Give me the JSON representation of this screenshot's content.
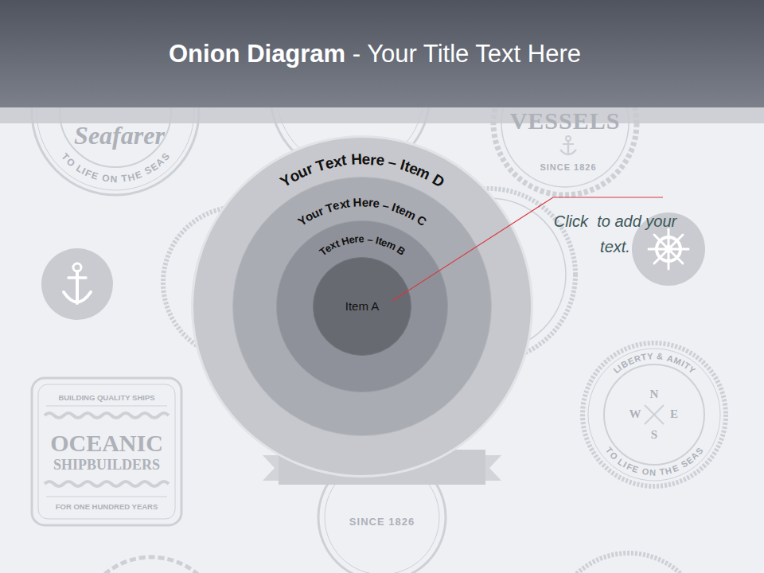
{
  "diagram": {
    "title": "Onion Diagram - Your Title Text Here",
    "nodes": [
      {
        "text": [
          "Your Text Here – Item D"
        ]
      },
      {
        "text": [
          "Your Text Here – Item C"
        ],
        "in": 0
      },
      {
        "text": [
          "Text Here – Item B"
        ],
        "in": 1
      },
      {
        "text": [
          "Item A"
        ],
        "in": 2
      }
    ],
    "labels": [
      "Seafarer",
      "TO LIFE ON THE SEAS",
      "VESSELS",
      "SINCE 1826",
      "Click  to add your text.",
      "BUILDING QUALITY SHIPS",
      "OCEANIC",
      "SHIPBUILDERS",
      "FOR ONE HUNDRED YEARS",
      "LIBERTY & AMITY",
      "N",
      "W",
      "E",
      "S",
      "TO LIFE ON THE SEAS",
      "SINCE 1826"
    ]
  }
}
